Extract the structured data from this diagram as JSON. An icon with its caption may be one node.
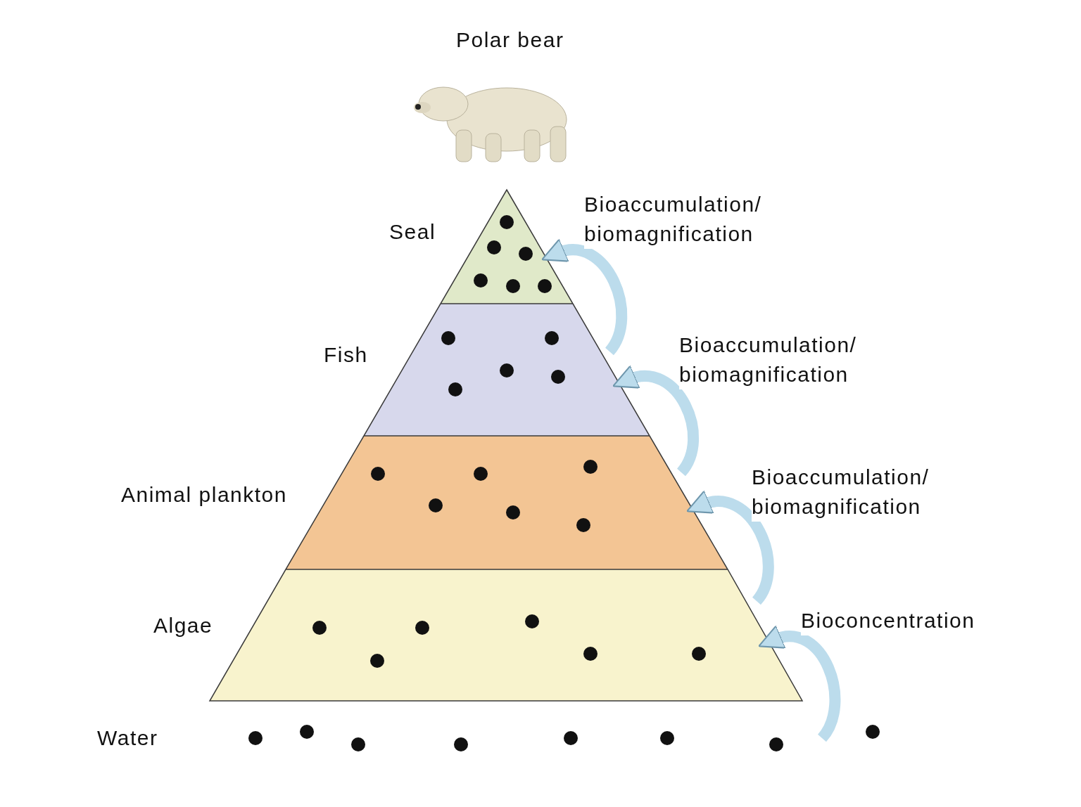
{
  "diagram": {
    "nodes": [
      {
        "text": [
          "Polar bear"
        ]
      },
      {
        "text": [
          "Seal"
        ]
      },
      {
        "text": [
          "Fish"
        ]
      },
      {
        "text": [
          "Animal plankton"
        ]
      },
      {
        "text": [
          "Algae"
        ]
      },
      {
        "text": [
          "Water"
        ]
      }
    ],
    "edges": [
      {
        "from": 5,
        "to": 4,
        "arrow": "to",
        "label": "Bioconcentration"
      },
      {
        "from": 4,
        "to": 3,
        "arrow": "to",
        "label": "Bioaccumulation/ biomagnification"
      },
      {
        "from": 3,
        "to": 2,
        "arrow": "to",
        "label": "Bioaccumulation/ biomagnification"
      },
      {
        "from": 2,
        "to": 1,
        "arrow": "to",
        "label": "Bioaccumulation/ biomagnification"
      }
    ]
  }
}
